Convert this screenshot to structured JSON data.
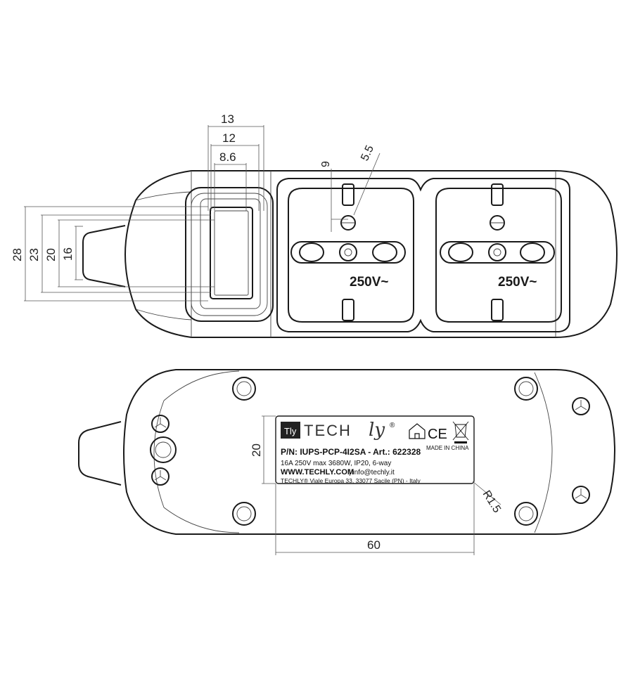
{
  "dimensions_top": {
    "width_outer": "13",
    "width_mid": "12",
    "width_inner": "8.6",
    "hole_offset": "9",
    "hole_dia": "5.5",
    "height_28": "28",
    "height_23": "23",
    "height_20": "20",
    "height_16": "16"
  },
  "sockets": [
    {
      "rating": "250V~"
    },
    {
      "rating": "250V~"
    }
  ],
  "dimensions_bottom": {
    "label_height": "20",
    "label_width": "60",
    "corner_radius": "R1.5"
  },
  "label": {
    "brand_main": "TECH",
    "brand_script": "ly",
    "brand_mark": "®",
    "part_line": "P/N: IUPS-PCP-4I2SA - Art.: 622328",
    "spec_line": "16A 250V max 3680W, IP20, 6-way",
    "web": "WWW.TECHLY.COM",
    "email": "| info@techly.it",
    "address": "TECHLY® Viale Europa 33, 33077 Sacile (PN) - Italy",
    "ce_mark": "CE",
    "made_in": "MADE IN CHINA"
  }
}
